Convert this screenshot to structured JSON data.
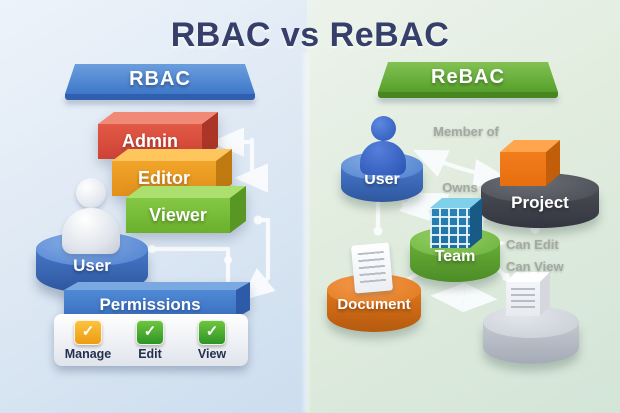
{
  "title": "RBAC vs ReBAC",
  "icons": {
    "check": "✓"
  },
  "colors": {
    "title": "#353f69",
    "left_bg": "#dfe9f4",
    "right_bg": "#e1ecde",
    "rbac_banner": "#4a86d2",
    "rebac_banner": "#66ad35",
    "admin": "#dd4a38",
    "editor": "#f2a024",
    "viewer": "#77bd3a",
    "user_disc": "#3d72c4",
    "permissions_bar": "#4a84d0",
    "project_disc": "#4a4c54",
    "team_disc": "#68ad38",
    "document_disc": "#df751a",
    "gray_disc": "#c4c9d1",
    "connector": "#fafcfe"
  },
  "left": {
    "header": "RBAC",
    "roles": [
      {
        "label": "Admin",
        "color": "#dd4a38"
      },
      {
        "label": "Editor",
        "color": "#f2a024"
      },
      {
        "label": "Viewer",
        "color": "#77bd3a"
      }
    ],
    "user": {
      "label": "User"
    },
    "permissions": {
      "label": "Permissions"
    },
    "actions": [
      {
        "label": "Manage",
        "color": "#f5a81f"
      },
      {
        "label": "Edit",
        "color": "#3ea52f"
      },
      {
        "label": "View",
        "color": "#3ea52f"
      }
    ]
  },
  "right": {
    "header": "ReBAC",
    "nodes": [
      {
        "label": "User",
        "icon": "person-icon",
        "disc_color": "#4777c8"
      },
      {
        "label": "Project",
        "icon": "cube-icon",
        "disc_color": "#4a4c54"
      },
      {
        "label": "Team",
        "icon": "building-icon",
        "disc_color": "#68ad38"
      },
      {
        "label": "Document",
        "icon": "document-icon",
        "disc_color": "#df751a"
      },
      {
        "label": "",
        "icon": "document-icon",
        "disc_color": "#c4c9d1"
      }
    ],
    "relations": [
      {
        "label": "Member of"
      },
      {
        "label": "Owns"
      },
      {
        "label": "Can Edit"
      },
      {
        "label": "Can View"
      }
    ]
  }
}
